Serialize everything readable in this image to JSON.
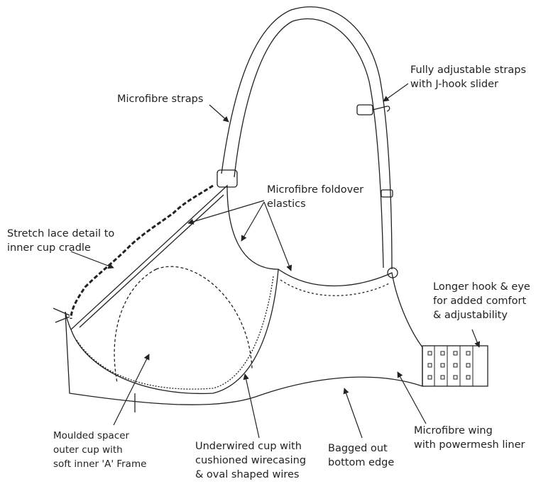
{
  "labels": {
    "straps": "Microfibre straps",
    "adjustable": "Fully adjustable straps\nwith J-hook slider",
    "foldover": "Microfibre foldover\nelastics",
    "lace": "Stretch lace detail to\ninner cup cradle",
    "hook_eye": "Longer hook & eye\nfor added comfort\n& adjustability",
    "moulded": "Moulded spacer\nouter cup with\nsoft inner 'A' Frame",
    "underwired": "Underwired cup with\ncushioned wirecasing\n& oval shaped wires",
    "bagged": "Bagged out\nbottom edge",
    "wing": "Microfibre wing\nwith powermesh liner"
  },
  "colors": {
    "line": "#222222",
    "background": "#ffffff"
  }
}
